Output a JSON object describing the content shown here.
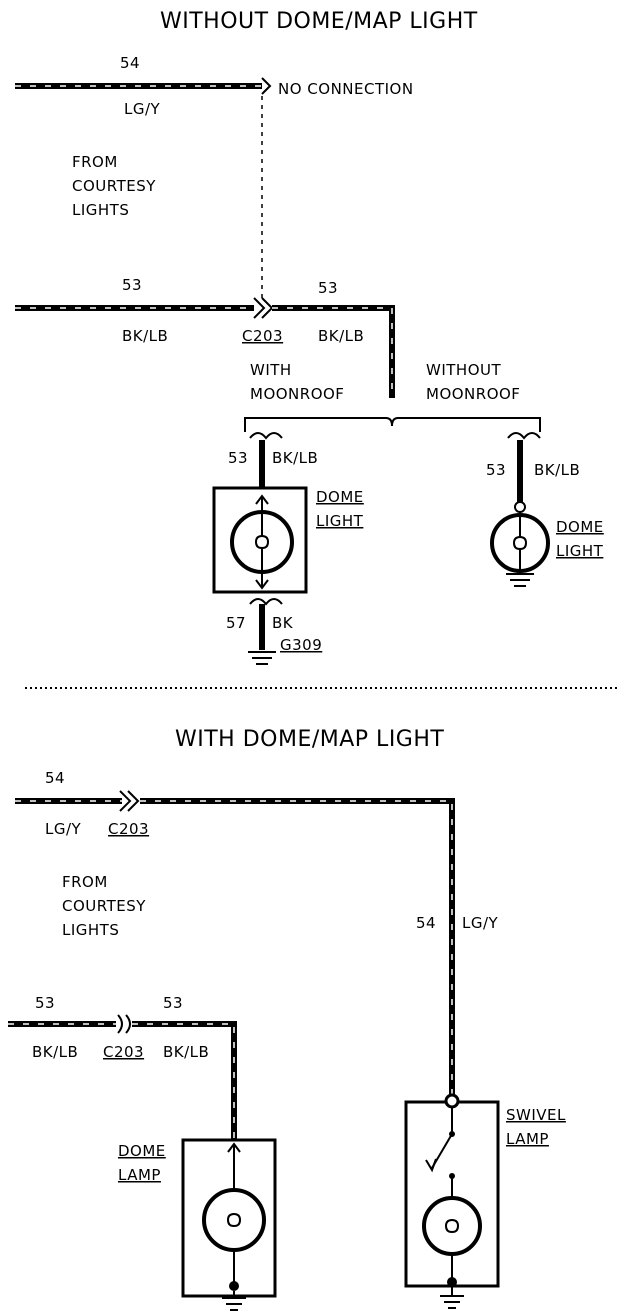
{
  "top": {
    "title": "WITHOUT DOME/MAP LIGHT",
    "wire54": {
      "number": "54",
      "color": "LG/Y",
      "note": "NO CONNECTION"
    },
    "source": "FROM\nCOURTESY\nLIGHTS",
    "wire53_left": {
      "number": "53",
      "color": "BK/LB"
    },
    "connector": "C203",
    "wire53_right": {
      "number": "53",
      "color": "BK/LB"
    },
    "branch_with": "WITH\nMOONROOF",
    "branch_without": "WITHOUT\nMOONROOF",
    "dome_with": {
      "number": "53",
      "color": "BK/LB",
      "label": "DOME\nLIGHT"
    },
    "ground": {
      "number": "57",
      "color": "BK",
      "id": "G309"
    },
    "dome_without": {
      "number": "53",
      "color": "BK/LB",
      "label": "DOME\nLIGHT"
    }
  },
  "bottom": {
    "title": "WITH DOME/MAP LIGHT",
    "wire54": {
      "number": "54",
      "color": "LG/Y",
      "connector": "C203"
    },
    "source": "FROM\nCOURTESY\nLIGHTS",
    "wire54_vertical": {
      "number": "54",
      "color": "LG/Y"
    },
    "wire53_left": {
      "number": "53",
      "color": "BK/LB"
    },
    "connector53": "C203",
    "wire53_right": {
      "number": "53",
      "color": "BK/LB"
    },
    "dome_lamp": "DOME\nLAMP",
    "swivel_lamp": "SWIVEL\nLAMP"
  }
}
